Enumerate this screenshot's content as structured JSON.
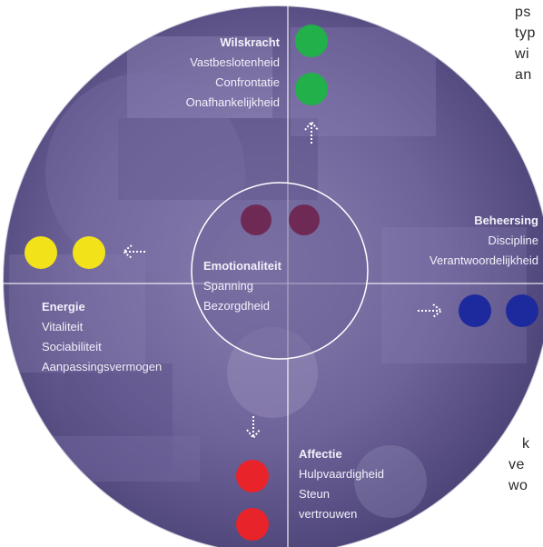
{
  "center": {
    "title": "Emotionaliteit",
    "items": [
      "Spanning",
      "Bezorgdheid"
    ],
    "dot_color": "#6e2a55"
  },
  "top": {
    "title": "Wilskracht",
    "items": [
      "Vastbeslotenheid",
      "Confrontatie",
      "Onafhankelijkheid"
    ],
    "dot_color": "#22b04b"
  },
  "right": {
    "title": "Beheersing",
    "items": [
      "Discipline",
      "Verantwoordelijkheid"
    ],
    "dot_color": "#1d2a9e"
  },
  "left": {
    "title": "Energie",
    "items": [
      "Vitaliteit",
      "Sociabiliteit",
      "Aanpassingsvermogen"
    ],
    "dot_color": "#f2e21a"
  },
  "bottom": {
    "title": "Affectie",
    "items": [
      "Hulpvaardigheid",
      "Steun",
      "vertrouwen"
    ],
    "dot_color": "#e8232a"
  },
  "side_text_top": [
    "ps",
    "typ",
    "wi",
    "an"
  ],
  "side_text_bottom": [
    "k",
    "ve",
    "wo"
  ]
}
